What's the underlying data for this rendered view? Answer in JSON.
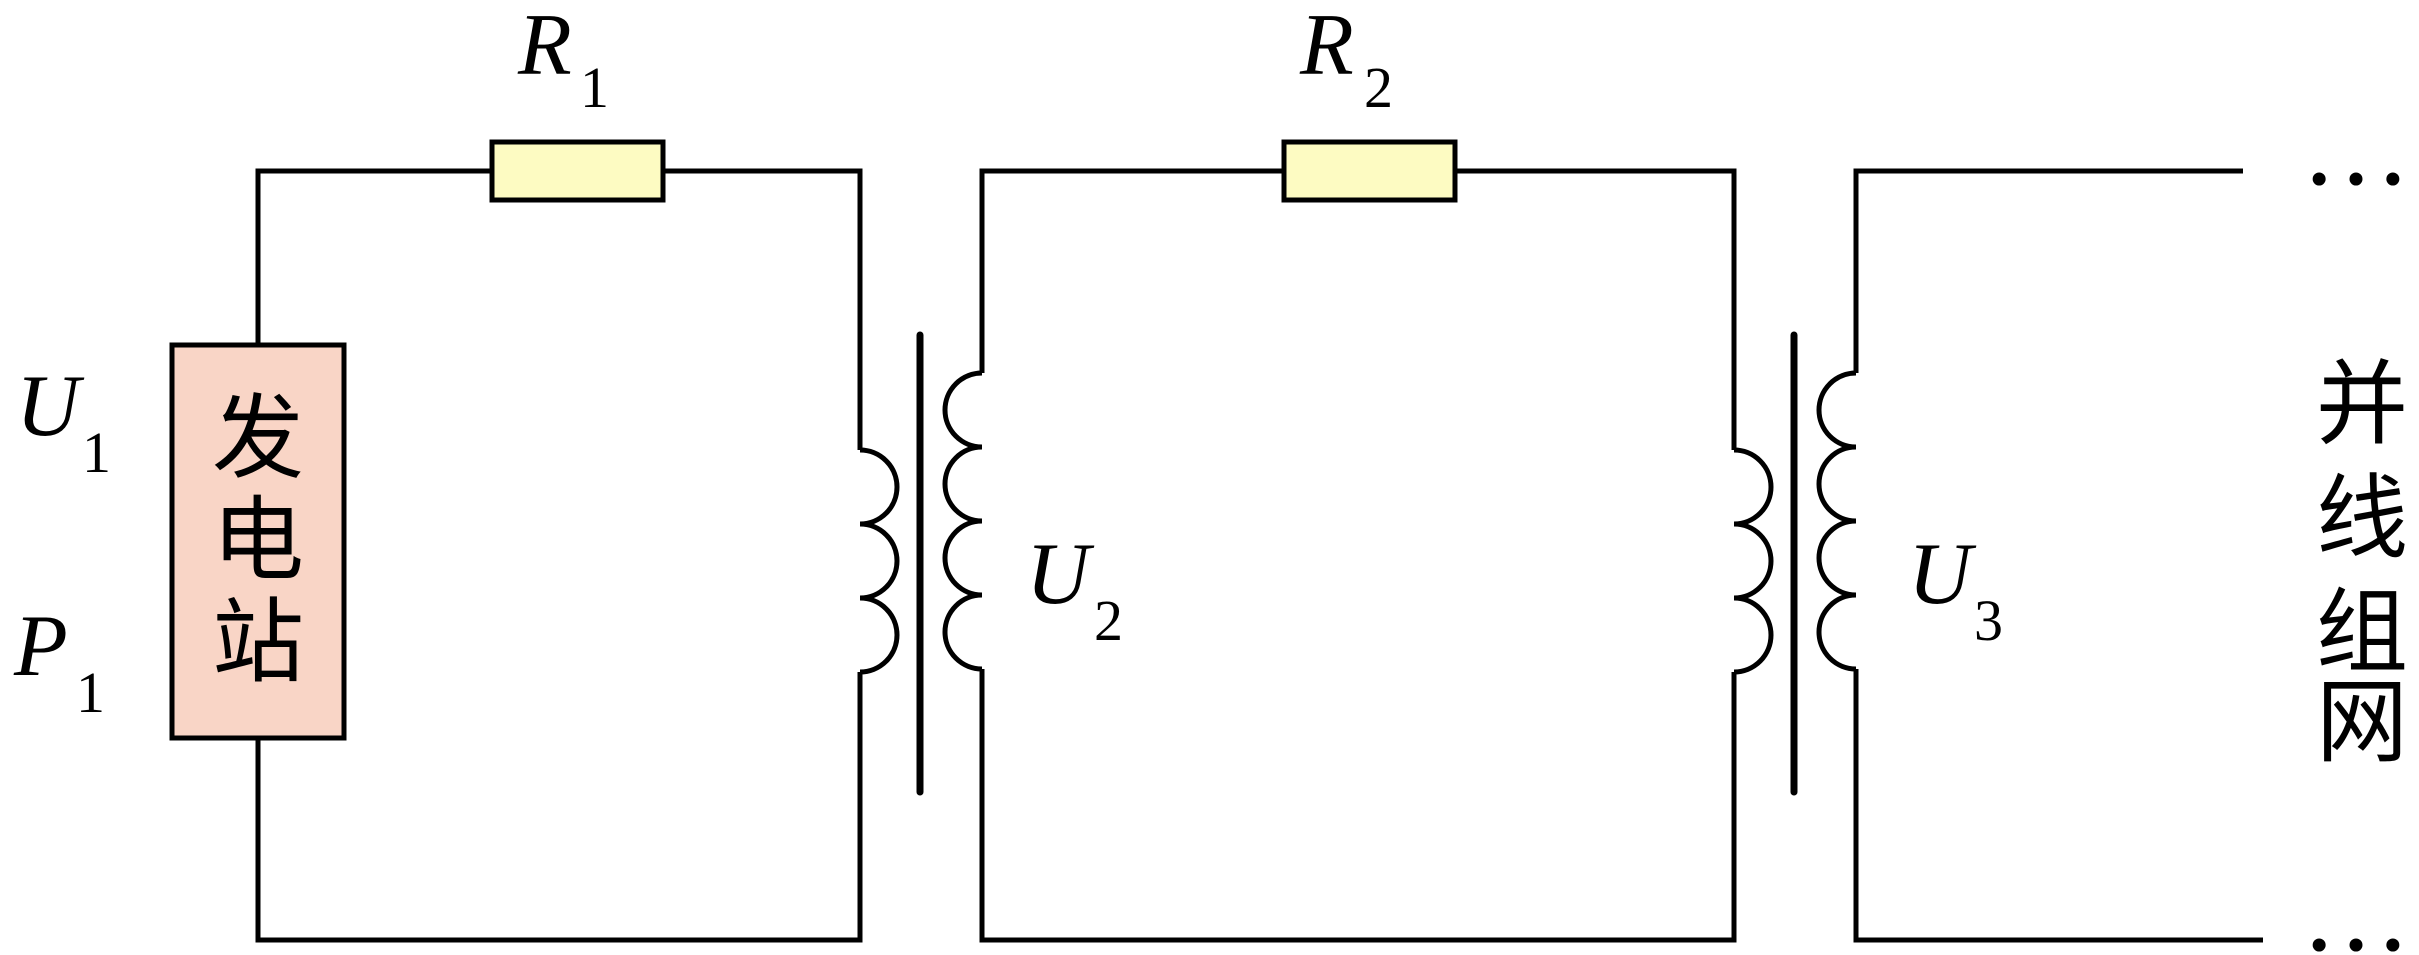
{
  "colors": {
    "resistor_fill": "#FDFBC2",
    "station_fill": "#F9D5C6",
    "line": "#000000"
  },
  "labels": {
    "r1": {
      "symbol": "R",
      "sub": "1"
    },
    "r2": {
      "symbol": "R",
      "sub": "2"
    },
    "u1": {
      "symbol": "U",
      "sub": "1"
    },
    "p1": {
      "symbol": "P",
      "sub": "1"
    },
    "u2": {
      "symbol": "U",
      "sub": "2"
    },
    "u3": {
      "symbol": "U",
      "sub": "3"
    }
  },
  "station": [
    "发",
    "电",
    "站"
  ],
  "grid": [
    "并",
    "线",
    "组",
    "网"
  ],
  "continuation": {
    "top": "…",
    "bottom": "…"
  }
}
